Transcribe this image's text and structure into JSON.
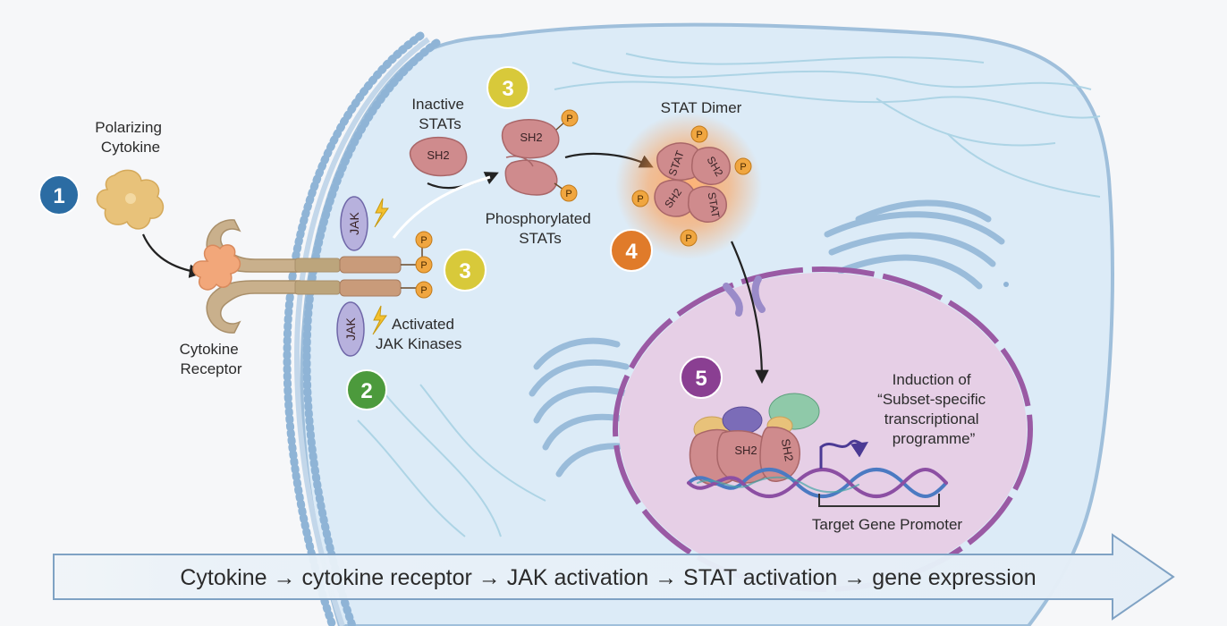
{
  "labels": {
    "polarizing_cytokine": [
      "Polarizing",
      "Cytokine"
    ],
    "cytokine_receptor": [
      "Cytokine",
      "Receptor"
    ],
    "inactive_stats": [
      "Inactive",
      "STATs"
    ],
    "phosphorylated_stats": [
      "Phosphorylated",
      "STATs"
    ],
    "stat_dimer": "STAT Dimer",
    "activated_jak": [
      "Activated",
      "JAK Kinases"
    ],
    "induction": [
      "Induction of",
      "“Subset-specific",
      "transcriptional",
      "programme”"
    ],
    "target_gene_promoter": "Target Gene Promoter"
  },
  "protein_labels": {
    "sh2": "SH2",
    "stat": "STAT",
    "jak": "JAK",
    "phospho": "P"
  },
  "steps": [
    {
      "number": "1",
      "color": "#2b6ca3"
    },
    {
      "number": "2",
      "color": "#4c9a3c"
    },
    {
      "number": "3",
      "color": "#d8c93a"
    },
    {
      "number": "3",
      "color": "#d8c93a"
    },
    {
      "number": "4",
      "color": "#e07b2a"
    },
    {
      "number": "5",
      "color": "#8a3f92"
    }
  ],
  "pathway_banner": "Cytokine → cytokine receptor → JAK activation → STAT activation → gene expression",
  "colors": {
    "cytoplasm": "#dcebf7",
    "membrane_head": "#8fb4d6",
    "nucleus": "#e6cfe6",
    "nucleus_border": "#9a5aa4",
    "stat_protein": "#cf8b8d",
    "phosphate": "#f0a640",
    "jak": "#b7b1dd",
    "cytokine": "#e8c27a",
    "receptor": "#c9b08c",
    "glow": "#ff9a4a"
  }
}
